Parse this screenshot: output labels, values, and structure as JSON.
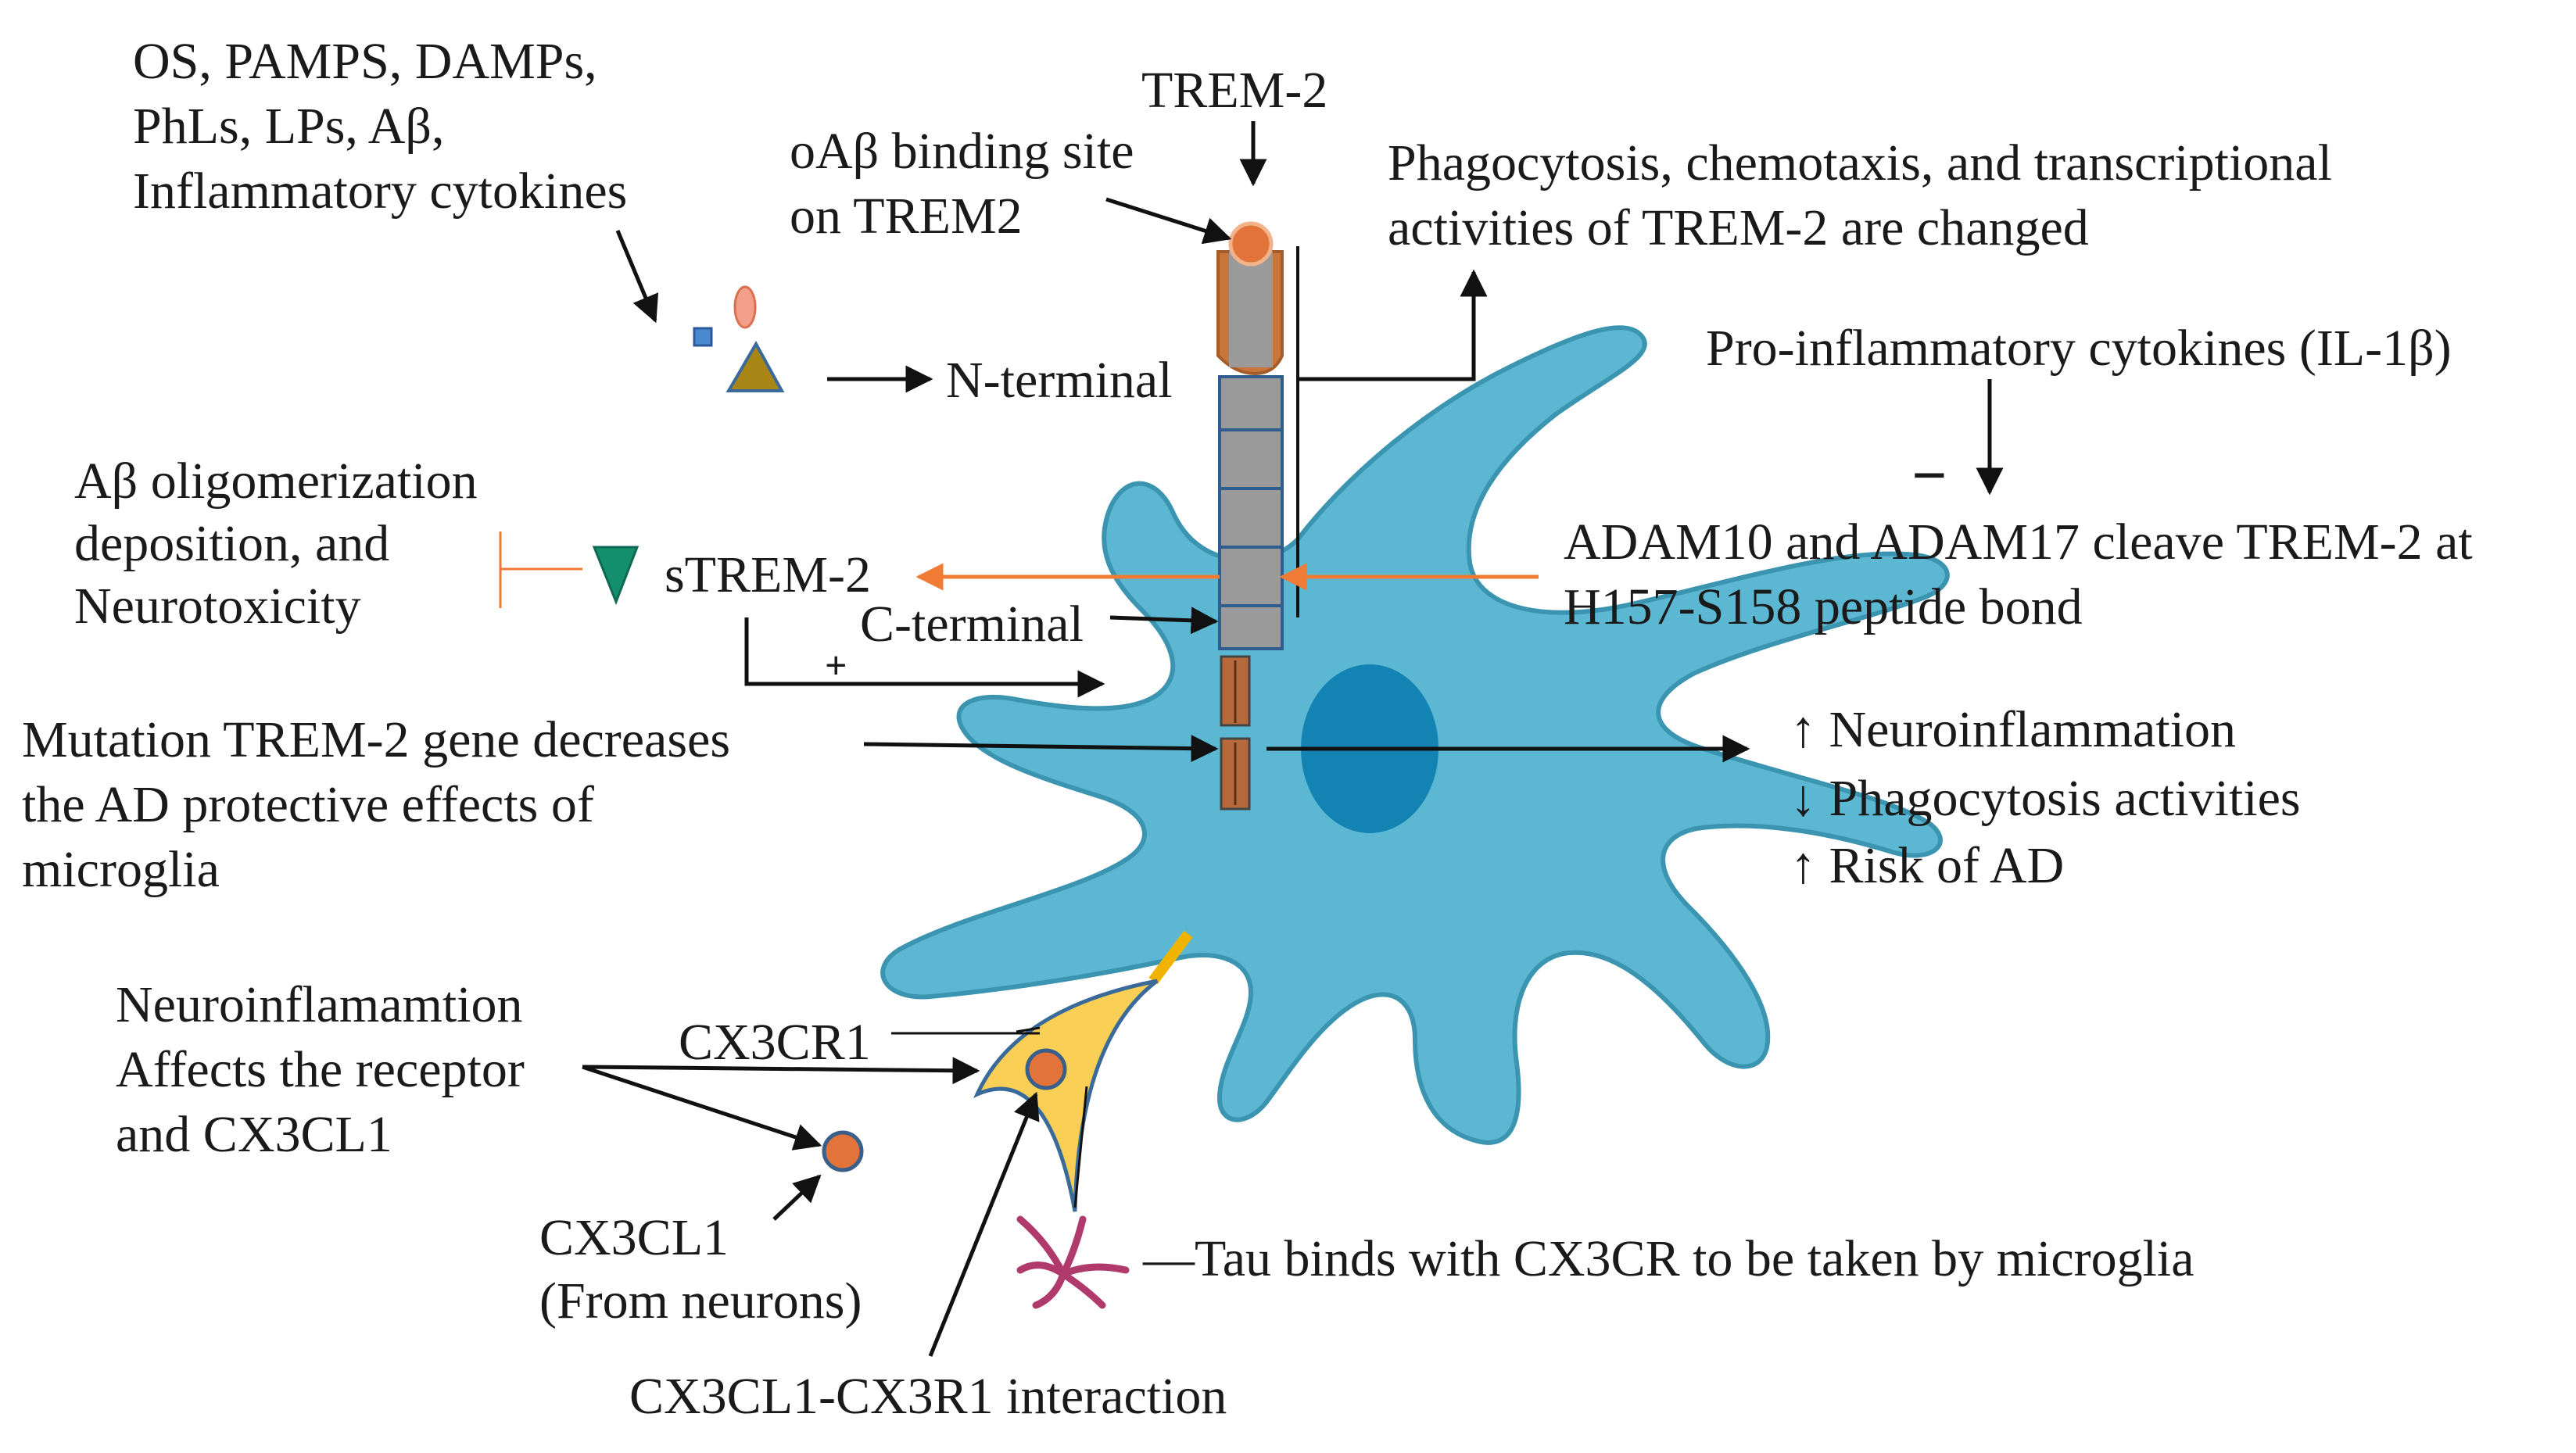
{
  "labels": {
    "trem2_title": "TREM-2",
    "ligands_line1": "OS, PAMPS, DAMPs,",
    "ligands_line2": "PhLs, LPs, Aβ,",
    "ligands_line3": "Inflammatory cytokines",
    "binding_site_line1": "oAβ binding site",
    "binding_site_line2": "on TREM2",
    "phago_line1": "Phagocytosis, chemotaxis, and transcriptional",
    "phago_line2": "activities of TREM-2 are changed",
    "n_terminal": "N-terminal",
    "pro_inflammatory": "Pro-inflammatory cytokines (IL-1β)",
    "minus_sign": "−",
    "abeta_line1": "Aβ oligomerization",
    "abeta_line2": "deposition, and",
    "abeta_line3": "Neurotoxicity",
    "strem2": "sTREM-2",
    "adam_line1": "ADAM10 and ADAM17 cleave TREM-2 at",
    "adam_line2": "H157-S158 peptide bond",
    "c_terminal": "C-terminal",
    "plus_sign": "+",
    "mutation_line1": "Mutation TREM-2 gene decreases",
    "mutation_line2": "the AD protective effects of",
    "mutation_line3": "microglia",
    "effect1": "↑ Neuroinflammation",
    "effect2": "↓ Phagocytosis activities",
    "effect3": "↑ Risk of AD",
    "neuroinf_line1": "Neuroinflamamtion",
    "neuroinf_line2": "Affects the receptor",
    "neuroinf_line3": "and CX3CL1",
    "cx3cr1": "CX3CR1",
    "cx3cl1": "CX3CL1",
    "from_neurons": "(From neurons)",
    "tau_binds": "—Tau binds with CX3CR to be taken by microglia",
    "interaction": "CX3CL1-CX3R1 interaction"
  },
  "colors": {
    "microglia": "#5bb7d2",
    "microglia_outline": "#3b95b1",
    "nucleus": "#1283b3",
    "receptor_segment": "#9a9a9a",
    "receptor_outline": "#2f5e8e",
    "receptor_top": "#c8763c",
    "ligand_orange": "#e2733a",
    "cx3cr1_yellow": "#f9cf55",
    "tau": "#b03a6c",
    "strem2_triangle": "#138f6e",
    "ligand_triangle": "#a88514",
    "orange_arrow": "#f07b35",
    "text": "#1a1a1a"
  }
}
